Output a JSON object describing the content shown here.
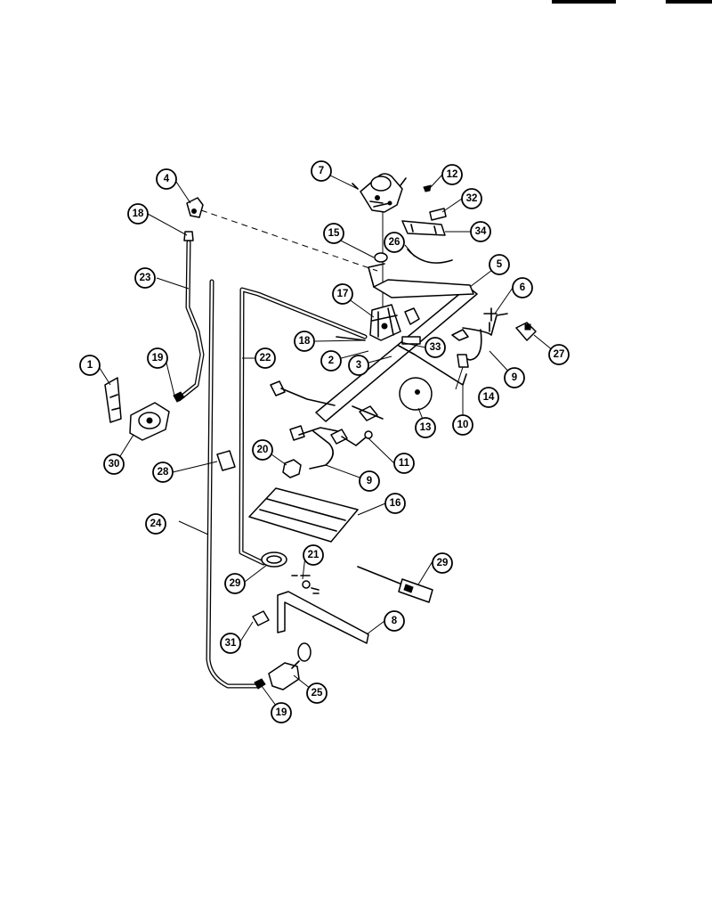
{
  "callouts": [
    {
      "id": "c1",
      "label": "1"
    },
    {
      "id": "c2",
      "label": "2"
    },
    {
      "id": "c3",
      "label": "3"
    },
    {
      "id": "c4",
      "label": "4"
    },
    {
      "id": "c5",
      "label": "5"
    },
    {
      "id": "c6",
      "label": "6"
    },
    {
      "id": "c7",
      "label": "7"
    },
    {
      "id": "c8",
      "label": "8"
    },
    {
      "id": "c9a",
      "label": "9"
    },
    {
      "id": "c9b",
      "label": "9"
    },
    {
      "id": "c10",
      "label": "10"
    },
    {
      "id": "c11",
      "label": "11"
    },
    {
      "id": "c12",
      "label": "12"
    },
    {
      "id": "c13",
      "label": "13"
    },
    {
      "id": "c14",
      "label": "14"
    },
    {
      "id": "c15",
      "label": "15"
    },
    {
      "id": "c16",
      "label": "16"
    },
    {
      "id": "c17",
      "label": "17"
    },
    {
      "id": "c18a",
      "label": "18"
    },
    {
      "id": "c18b",
      "label": "18"
    },
    {
      "id": "c19a",
      "label": "19"
    },
    {
      "id": "c19b",
      "label": "19"
    },
    {
      "id": "c20",
      "label": "20"
    },
    {
      "id": "c21",
      "label": "21"
    },
    {
      "id": "c22",
      "label": "22"
    },
    {
      "id": "c23",
      "label": "23"
    },
    {
      "id": "c24",
      "label": "24"
    },
    {
      "id": "c25",
      "label": "25"
    },
    {
      "id": "c26",
      "label": "26"
    },
    {
      "id": "c27",
      "label": "27"
    },
    {
      "id": "c28",
      "label": "28"
    },
    {
      "id": "c29a",
      "label": "29"
    },
    {
      "id": "c29b",
      "label": "29"
    },
    {
      "id": "c30",
      "label": "30"
    },
    {
      "id": "c31",
      "label": "31"
    },
    {
      "id": "c32",
      "label": "32"
    },
    {
      "id": "c33",
      "label": "33"
    },
    {
      "id": "c34",
      "label": "34"
    }
  ]
}
